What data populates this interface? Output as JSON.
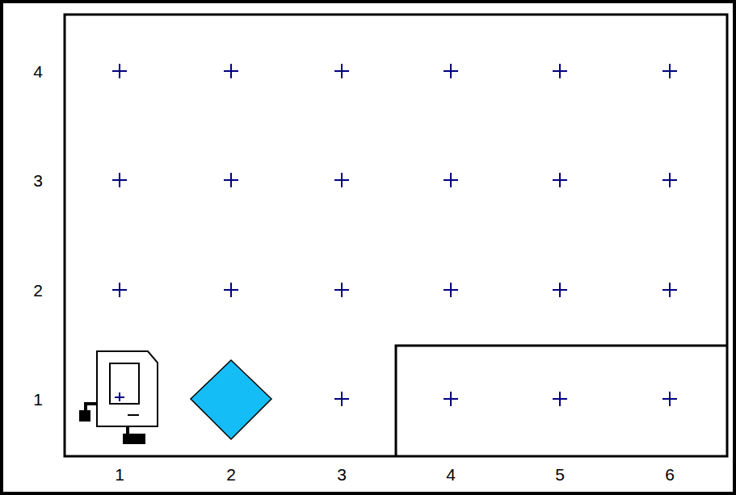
{
  "diagram": {
    "labels": [
      "4",
      "3",
      "2",
      "1",
      "1",
      "2",
      "3",
      "4",
      "5",
      "6"
    ]
  }
}
